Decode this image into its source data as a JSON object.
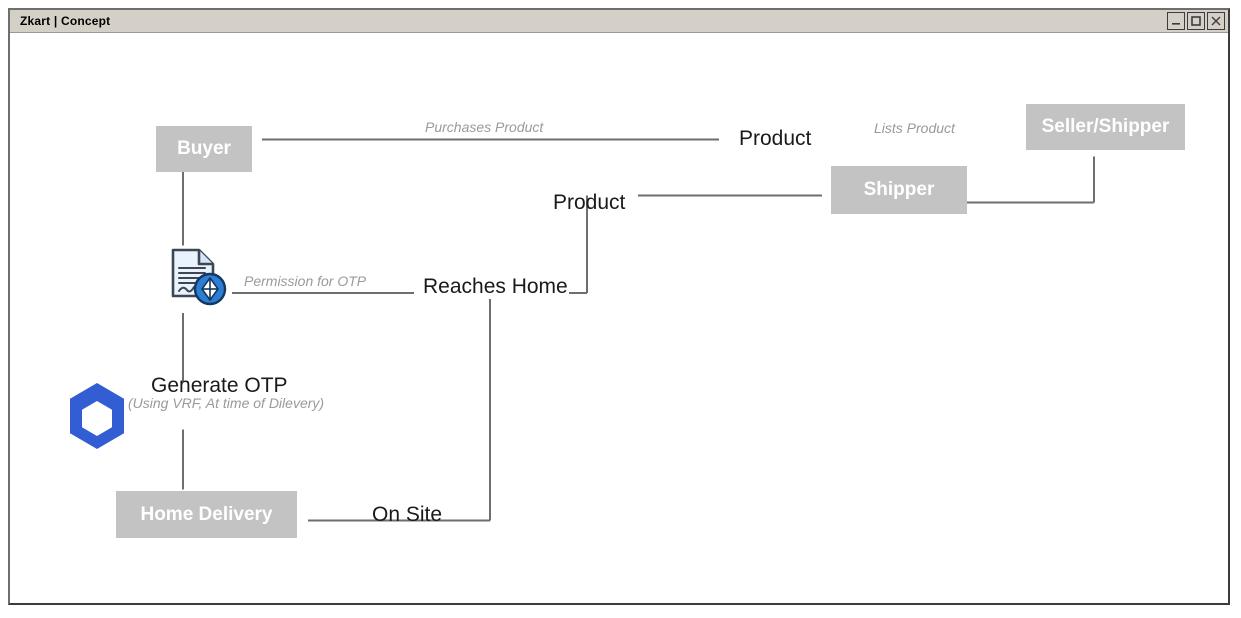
{
  "window": {
    "title": "Zkart | Concept",
    "buttons": [
      {
        "name": "minimize-button",
        "label": "Minimize"
      },
      {
        "name": "maximize-button",
        "label": "Maximize"
      },
      {
        "name": "close-button",
        "label": "Close"
      }
    ]
  },
  "diagram": {
    "type": "flow-diagram",
    "colors": {
      "node_fill": "#c3c3c3",
      "node_text": "#ffffff",
      "edge": "#6e6e6e",
      "muted_text": "#9a9a9a",
      "dark_text": "#1a1a1a",
      "chainlink_blue": "#335dd2",
      "badge_blue": "#2a7fd4"
    },
    "nodes": [
      {
        "id": "buyer",
        "label": "Buyer",
        "shape": "box"
      },
      {
        "id": "seller-shipper",
        "label": "Seller/Shipper",
        "shape": "box"
      },
      {
        "id": "shipper",
        "label": "Shipper",
        "shape": "box"
      },
      {
        "id": "home-delivery",
        "label": "Home Delivery",
        "shape": "box"
      },
      {
        "id": "smart-contract",
        "label": "",
        "shape": "icon",
        "icon": "document-blockchain-icon"
      },
      {
        "id": "generate-otp",
        "label": "Generate OTP",
        "sublabel": "(Using VRF, At time of Dilevery)",
        "shape": "icon-text",
        "icon": "chainlink-hexagon-icon"
      }
    ],
    "edge_labels": [
      {
        "id": "purchases-product",
        "text": "Purchases Product",
        "style": "muted-italic"
      },
      {
        "id": "product-top",
        "text": "Product",
        "style": "dark"
      },
      {
        "id": "lists-product",
        "text": "Lists Product",
        "style": "muted-italic"
      },
      {
        "id": "product-mid",
        "text": "Product",
        "style": "dark"
      },
      {
        "id": "permission-for-otp",
        "text": "Permission for OTP",
        "style": "muted-italic"
      },
      {
        "id": "reaches-home",
        "text": "Reaches Home",
        "style": "dark"
      },
      {
        "id": "on-site",
        "text": "On Site",
        "style": "dark"
      }
    ]
  }
}
